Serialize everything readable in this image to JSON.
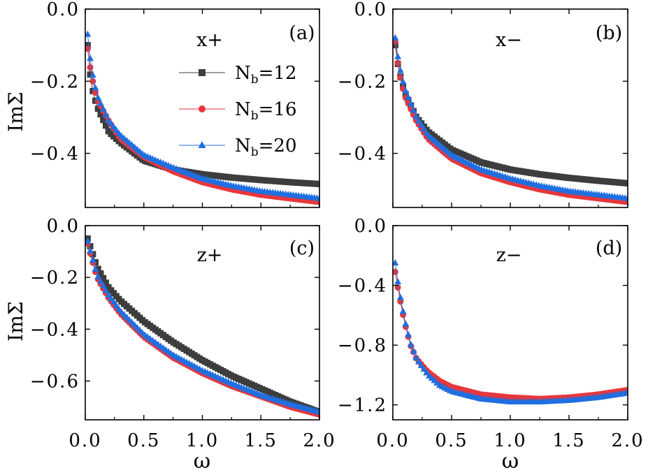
{
  "figure": {
    "ylabel_top": "ImΣ",
    "ylabel_bottom": "ImΣ",
    "xlabel_left": "ω",
    "xlabel_right": "ω"
  },
  "legend": {
    "entries": [
      {
        "prefix": "N",
        "sub": "b",
        "suffix": "=12",
        "color": "#3d3d3d",
        "marker": "square"
      },
      {
        "prefix": "N",
        "sub": "b",
        "suffix": "=16",
        "color": "#e8363c",
        "marker": "circle"
      },
      {
        "prefix": "N",
        "sub": "b",
        "suffix": "=20",
        "color": "#1f6fe0",
        "marker": "triangle"
      }
    ]
  },
  "chart_data": [
    {
      "type": "scatter",
      "panel": "(a)",
      "channel": "x+",
      "xlim": [
        0,
        2.0
      ],
      "ylim": [
        -0.55,
        0.0
      ],
      "xticks": [
        "0.0",
        "0.5",
        "1.0",
        "1.5",
        "2.0"
      ],
      "yticks": [
        "0.0",
        "-0.2",
        "-0.4"
      ],
      "xlabel": "ω",
      "ylabel": "ImΣ",
      "series": [
        {
          "name": "Nb=12",
          "color": "#3d3d3d",
          "marker": "square",
          "x": [
            0.02,
            0.05,
            0.1,
            0.2,
            0.3,
            0.5,
            0.75,
            1.0,
            1.25,
            1.5,
            1.75,
            2.0
          ],
          "y": [
            -0.1,
            -0.21,
            -0.27,
            -0.34,
            -0.37,
            -0.42,
            -0.445,
            -0.458,
            -0.467,
            -0.474,
            -0.48,
            -0.485
          ]
        },
        {
          "name": "Nb=16",
          "color": "#e8363c",
          "marker": "circle",
          "x": [
            0.02,
            0.05,
            0.1,
            0.2,
            0.3,
            0.5,
            0.75,
            1.0,
            1.25,
            1.5,
            1.75,
            2.0
          ],
          "y": [
            -0.11,
            -0.18,
            -0.25,
            -0.31,
            -0.36,
            -0.41,
            -0.45,
            -0.48,
            -0.5,
            -0.515,
            -0.525,
            -0.535
          ]
        },
        {
          "name": "Nb=20",
          "color": "#1f6fe0",
          "marker": "triangle",
          "x": [
            0.02,
            0.05,
            0.1,
            0.2,
            0.3,
            0.5,
            0.75,
            1.0,
            1.25,
            1.5,
            1.75,
            2.0
          ],
          "y": [
            -0.07,
            -0.16,
            -0.24,
            -0.31,
            -0.35,
            -0.405,
            -0.44,
            -0.47,
            -0.49,
            -0.505,
            -0.515,
            -0.525
          ]
        }
      ]
    },
    {
      "type": "scatter",
      "panel": "(b)",
      "channel": "x−",
      "xlim": [
        0,
        2.0
      ],
      "ylim": [
        -0.55,
        0.0
      ],
      "xticks": [
        "0.0",
        "0.5",
        "1.0",
        "1.5",
        "2.0"
      ],
      "yticks": [
        "0.0",
        "-0.2",
        "-0.4"
      ],
      "xlabel": "ω",
      "ylabel": "",
      "series": [
        {
          "name": "Nb=12",
          "color": "#3d3d3d",
          "marker": "square",
          "x": [
            0.02,
            0.05,
            0.1,
            0.2,
            0.3,
            0.5,
            0.75,
            1.0,
            1.25,
            1.5,
            1.75,
            2.0
          ],
          "y": [
            -0.1,
            -0.17,
            -0.23,
            -0.3,
            -0.34,
            -0.39,
            -0.425,
            -0.445,
            -0.458,
            -0.468,
            -0.476,
            -0.483
          ]
        },
        {
          "name": "Nb=16",
          "color": "#e8363c",
          "marker": "circle",
          "x": [
            0.02,
            0.05,
            0.1,
            0.2,
            0.3,
            0.5,
            0.75,
            1.0,
            1.25,
            1.5,
            1.75,
            2.0
          ],
          "y": [
            -0.09,
            -0.17,
            -0.24,
            -0.31,
            -0.36,
            -0.415,
            -0.455,
            -0.48,
            -0.5,
            -0.515,
            -0.525,
            -0.535
          ]
        },
        {
          "name": "Nb=20",
          "color": "#1f6fe0",
          "marker": "triangle",
          "x": [
            0.02,
            0.05,
            0.1,
            0.2,
            0.3,
            0.5,
            0.75,
            1.0,
            1.25,
            1.5,
            1.75,
            2.0
          ],
          "y": [
            -0.08,
            -0.15,
            -0.22,
            -0.3,
            -0.35,
            -0.405,
            -0.445,
            -0.47,
            -0.49,
            -0.505,
            -0.515,
            -0.525
          ]
        }
      ]
    },
    {
      "type": "scatter",
      "panel": "(c)",
      "channel": "z+",
      "xlim": [
        0,
        2.0
      ],
      "ylim": [
        -0.75,
        0.0
      ],
      "xticks": [
        "0.0",
        "0.5",
        "1.0",
        "1.5",
        "2.0"
      ],
      "yticks": [
        "0.0",
        "-0.2",
        "-0.4",
        "-0.6"
      ],
      "xlabel": "ω",
      "ylabel": "ImΣ",
      "series": [
        {
          "name": "Nb=12",
          "color": "#3d3d3d",
          "marker": "square",
          "x": [
            0.02,
            0.05,
            0.1,
            0.2,
            0.3,
            0.5,
            0.75,
            1.0,
            1.25,
            1.5,
            1.75,
            2.0
          ],
          "y": [
            -0.05,
            -0.09,
            -0.16,
            -0.24,
            -0.29,
            -0.37,
            -0.45,
            -0.52,
            -0.58,
            -0.63,
            -0.68,
            -0.72
          ]
        },
        {
          "name": "Nb=16",
          "color": "#e8363c",
          "marker": "circle",
          "x": [
            0.02,
            0.05,
            0.1,
            0.2,
            0.3,
            0.5,
            0.75,
            1.0,
            1.25,
            1.5,
            1.75,
            2.0
          ],
          "y": [
            -0.07,
            -0.12,
            -0.2,
            -0.28,
            -0.34,
            -0.43,
            -0.51,
            -0.57,
            -0.62,
            -0.66,
            -0.7,
            -0.73
          ]
        },
        {
          "name": "Nb=20",
          "color": "#1f6fe0",
          "marker": "triangle",
          "x": [
            0.02,
            0.05,
            0.1,
            0.2,
            0.3,
            0.5,
            0.75,
            1.0,
            1.25,
            1.5,
            1.75,
            2.0
          ],
          "y": [
            -0.06,
            -0.11,
            -0.19,
            -0.27,
            -0.33,
            -0.42,
            -0.5,
            -0.56,
            -0.61,
            -0.655,
            -0.69,
            -0.72
          ]
        }
      ]
    },
    {
      "type": "scatter",
      "panel": "(d)",
      "channel": "z−",
      "xlim": [
        0,
        2.0
      ],
      "ylim": [
        -1.3,
        0.0
      ],
      "xticks": [
        "0.0",
        "0.5",
        "1.0",
        "1.5",
        "2.0"
      ],
      "yticks": [
        "0.0",
        "-0.4",
        "-0.8",
        "-1.2"
      ],
      "xlabel": "ω",
      "ylabel": "",
      "series": [
        {
          "name": "Nb=16",
          "color": "#e8363c",
          "marker": "circle",
          "x": [
            0.02,
            0.05,
            0.1,
            0.15,
            0.2,
            0.3,
            0.4,
            0.5,
            0.75,
            1.0,
            1.25,
            1.5,
            1.75,
            2.0
          ],
          "y": [
            -0.31,
            -0.45,
            -0.65,
            -0.8,
            -0.89,
            -0.98,
            -1.04,
            -1.08,
            -1.13,
            -1.15,
            -1.16,
            -1.15,
            -1.13,
            -1.1
          ]
        },
        {
          "name": "Nb=20",
          "color": "#1f6fe0",
          "marker": "triangle",
          "x": [
            0.02,
            0.05,
            0.1,
            0.15,
            0.2,
            0.3,
            0.4,
            0.5,
            0.75,
            1.0,
            1.25,
            1.5,
            1.75,
            2.0
          ],
          "y": [
            -0.25,
            -0.42,
            -0.63,
            -0.79,
            -0.89,
            -1.0,
            -1.07,
            -1.11,
            -1.16,
            -1.18,
            -1.18,
            -1.17,
            -1.15,
            -1.12
          ]
        }
      ]
    }
  ]
}
